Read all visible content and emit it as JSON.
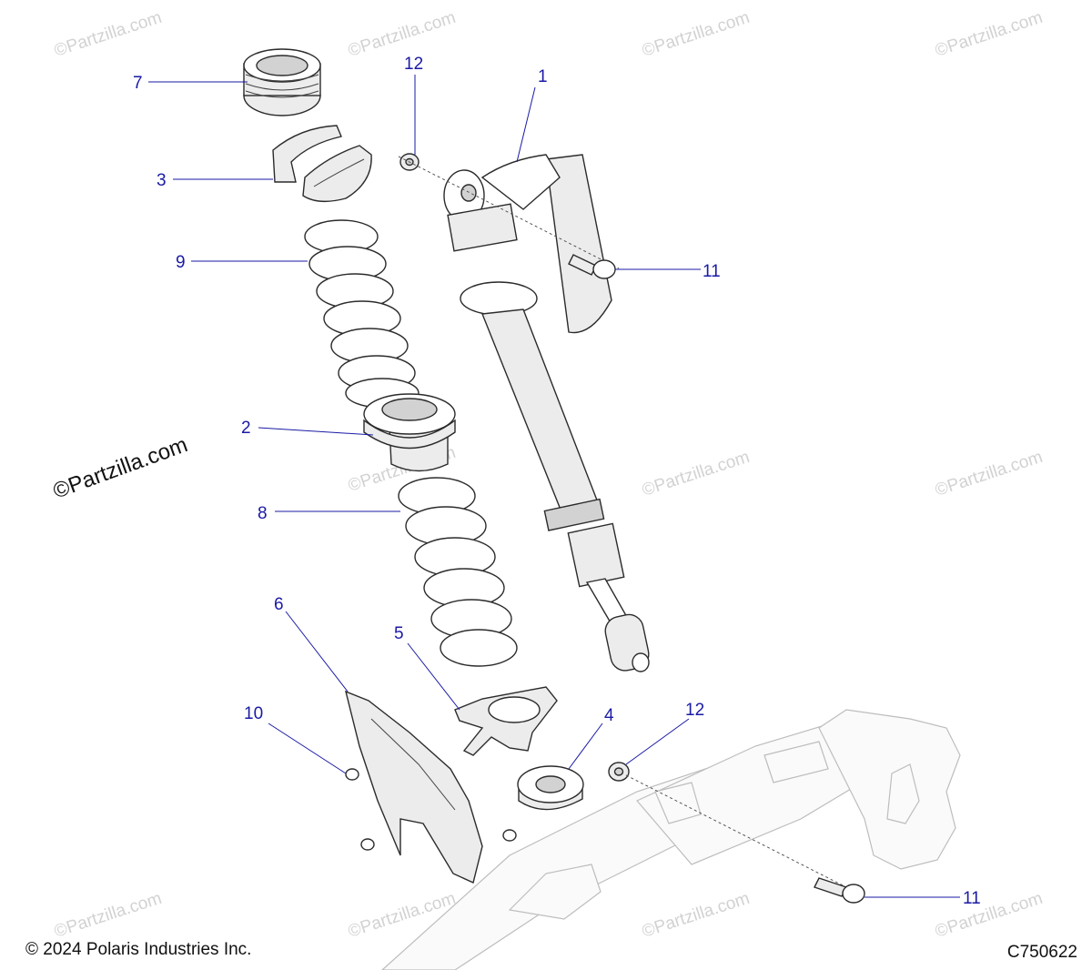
{
  "copyright": "© 2024 Polaris Industries Inc.",
  "drawing_code": "C750622",
  "watermark": "©Partzilla.com",
  "watermark_large": "©Partzilla.com",
  "callouts": {
    "c1": "1",
    "c2": "2",
    "c3": "3",
    "c4": "4",
    "c5": "5",
    "c6": "6",
    "c7": "7",
    "c8": "8",
    "c9": "9",
    "c10": "10",
    "c11a": "11",
    "c11b": "11",
    "c12a": "12",
    "c12b": "12"
  },
  "colors": {
    "callout_text": "#1a1aa6",
    "watermark": "#d2d2d2",
    "line_art": "#2b2b2b"
  }
}
